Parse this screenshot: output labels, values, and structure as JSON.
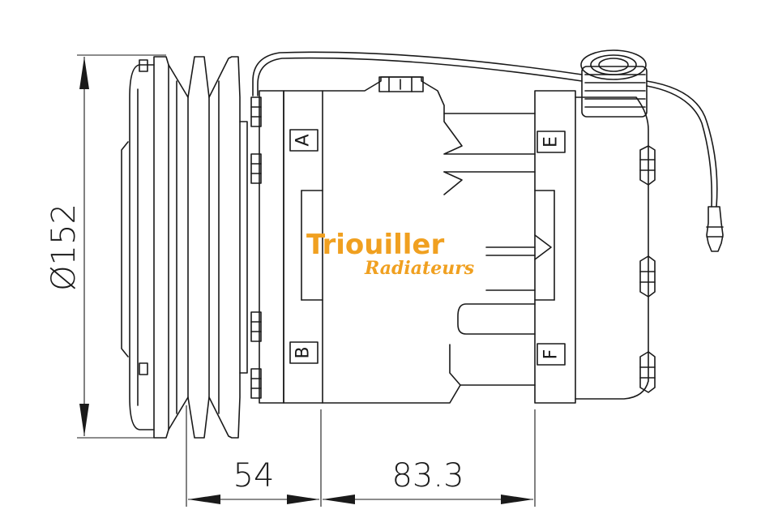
{
  "brand": {
    "name": "Triouiller",
    "subtitle": "Radiateurs",
    "color": "#f0a020"
  },
  "dimensions": {
    "diameter": "Ø152",
    "width_a": "54",
    "width_b": "83.3"
  },
  "ports": {
    "a": "A",
    "b": "B",
    "e": "E",
    "f": "F"
  },
  "colors": {
    "line": "#1a1a1a",
    "background": "#ffffff"
  }
}
